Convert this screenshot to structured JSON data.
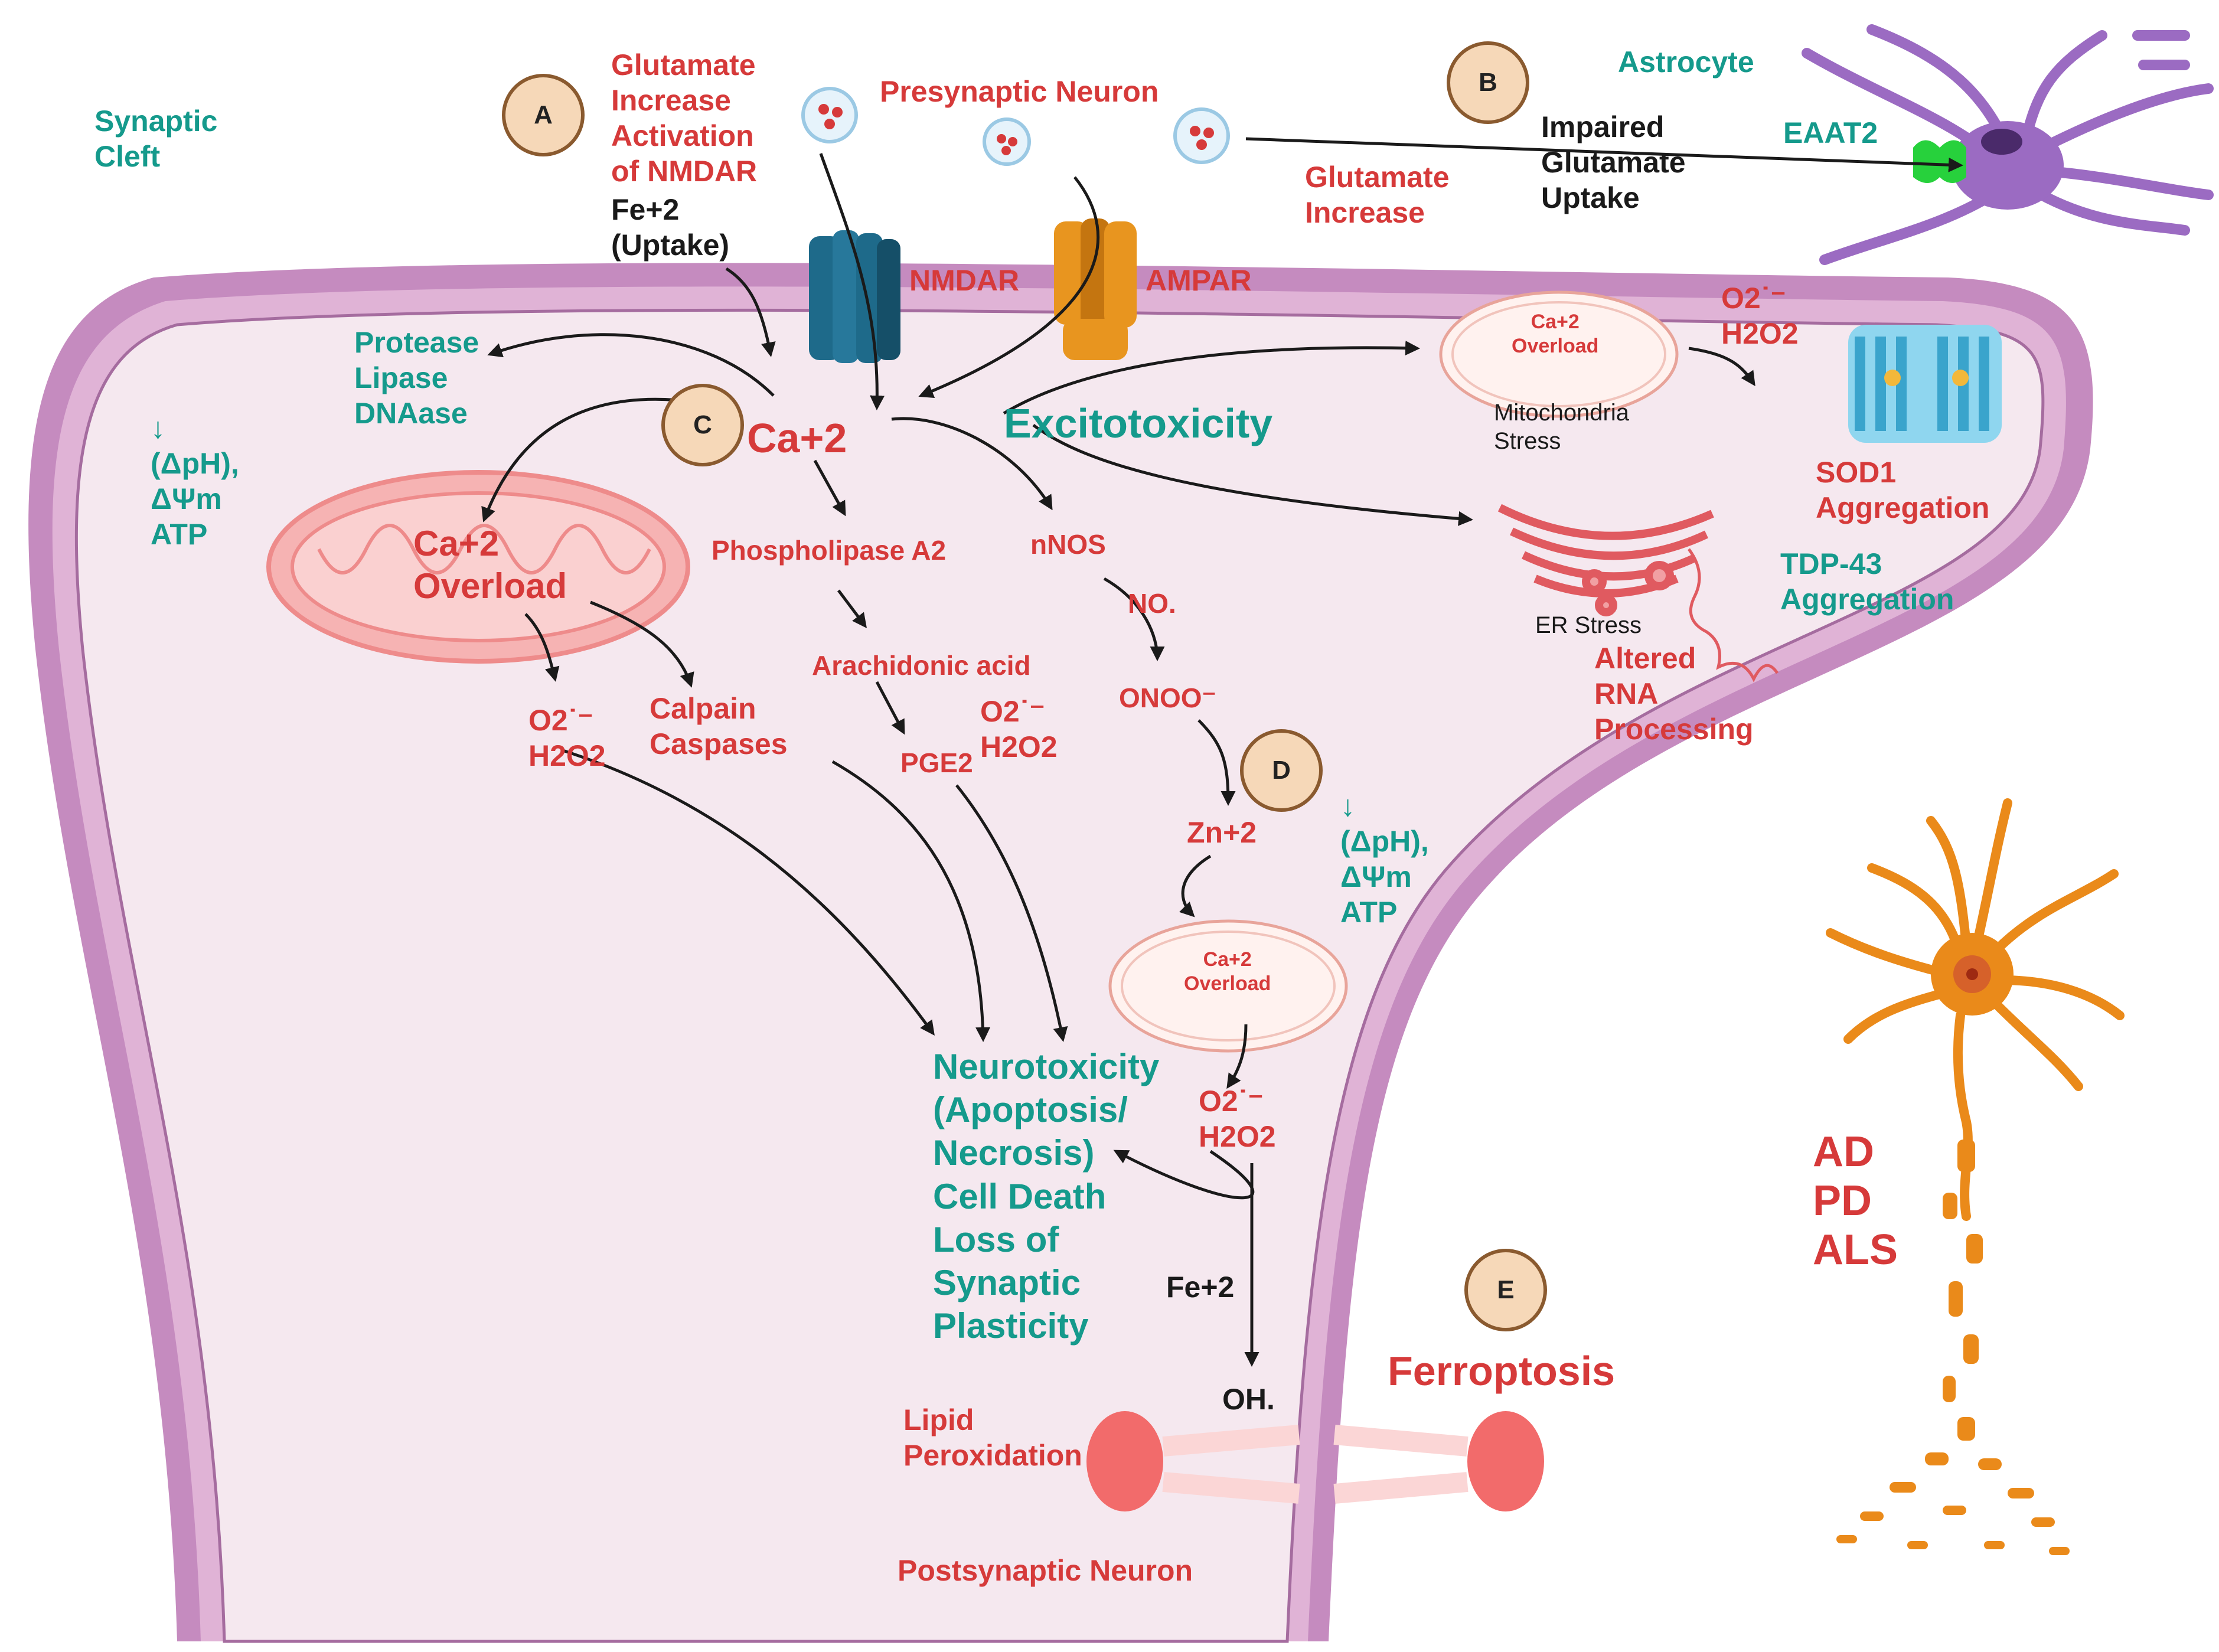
{
  "labels": {
    "synaptic_cleft": [
      "Synaptic",
      "Cleft"
    ],
    "glutamate_nmdar": [
      "Glutamate",
      "Increase",
      "Activation",
      "of NMDAR"
    ],
    "fe_uptake": [
      "Fe+2",
      "(Uptake)"
    ],
    "presynaptic": "Presynaptic Neuron",
    "astrocyte": "Astrocyte",
    "eaat2": "EAAT2",
    "impaired_uptake": [
      "Impaired",
      "Glutamate",
      "Uptake"
    ],
    "glutamate_increase": [
      "Glutamate",
      "Increase"
    ],
    "nmdar": "NMDAR",
    "ampar": "AMPAR",
    "protease": [
      "Protease",
      "Lipase",
      "DNAase"
    ],
    "ph_left": [
      "↓",
      "(ΔpH),",
      "ΔΨm",
      "ATP"
    ],
    "ca2": "Ca+2",
    "excitotoxicity": "Excitotoxicity",
    "mito_top_overload": [
      "Ca+2",
      "Overload"
    ],
    "mito_stress": [
      "Mitochondria",
      "Stress"
    ],
    "ros_top": [
      "O2˙⁻",
      "H2O2"
    ],
    "sod1": [
      "SOD1",
      "Aggregation"
    ],
    "tdp43": [
      "TDP-43",
      "Aggregation"
    ],
    "er_stress": "ER Stress",
    "altered_rna": [
      "Altered",
      "RNA",
      "Processing"
    ],
    "mito_left_overload": [
      "Ca+2",
      "Overload"
    ],
    "phospholipase": "Phospholipase A2",
    "nnos": "nNOS",
    "no": "NO.",
    "arachidonic": "Arachidonic acid",
    "ros_left": [
      "O2˙⁻",
      "H2O2"
    ],
    "calpain": [
      "Calpain",
      "Caspases"
    ],
    "pge2": "PGE2",
    "ros_mid": [
      "O2˙⁻",
      "H2O2"
    ],
    "onoo": "ONOO⁻",
    "zn2": "Zn+2",
    "ph_right": [
      "↓",
      "(ΔpH),",
      "ΔΨm",
      "ATP"
    ],
    "mito_small_overload": [
      "Ca+2",
      "Overload"
    ],
    "ros_bottom": [
      "O2˙⁻",
      "H2O2"
    ],
    "neurotoxicity": [
      "Neurotoxicity",
      "(Apoptosis/",
      "Necrosis)",
      "Cell Death",
      "Loss of",
      "Synaptic",
      "Plasticity"
    ],
    "fe2": "Fe+2",
    "oh": "OH.",
    "ferroptosis": "Ferroptosis",
    "lipid_perox": [
      "Lipid",
      "Peroxidation"
    ],
    "postsynaptic": "Postsynaptic Neuron",
    "diseases": [
      "AD",
      "PD",
      "ALS"
    ]
  },
  "markers": [
    "A",
    "B",
    "C",
    "D",
    "E"
  ],
  "colors": {
    "red_text": "#d63a3a",
    "teal_text": "#159a8c",
    "membrane": "#c58bbf",
    "cytoplasm": "#f5e8ef",
    "nmdar": "#1e6a8a",
    "ampar": "#e8951f",
    "astrocyte": "#9b6bc2",
    "neuron": "#ea8a1a",
    "mito": "#f6b3b3"
  }
}
